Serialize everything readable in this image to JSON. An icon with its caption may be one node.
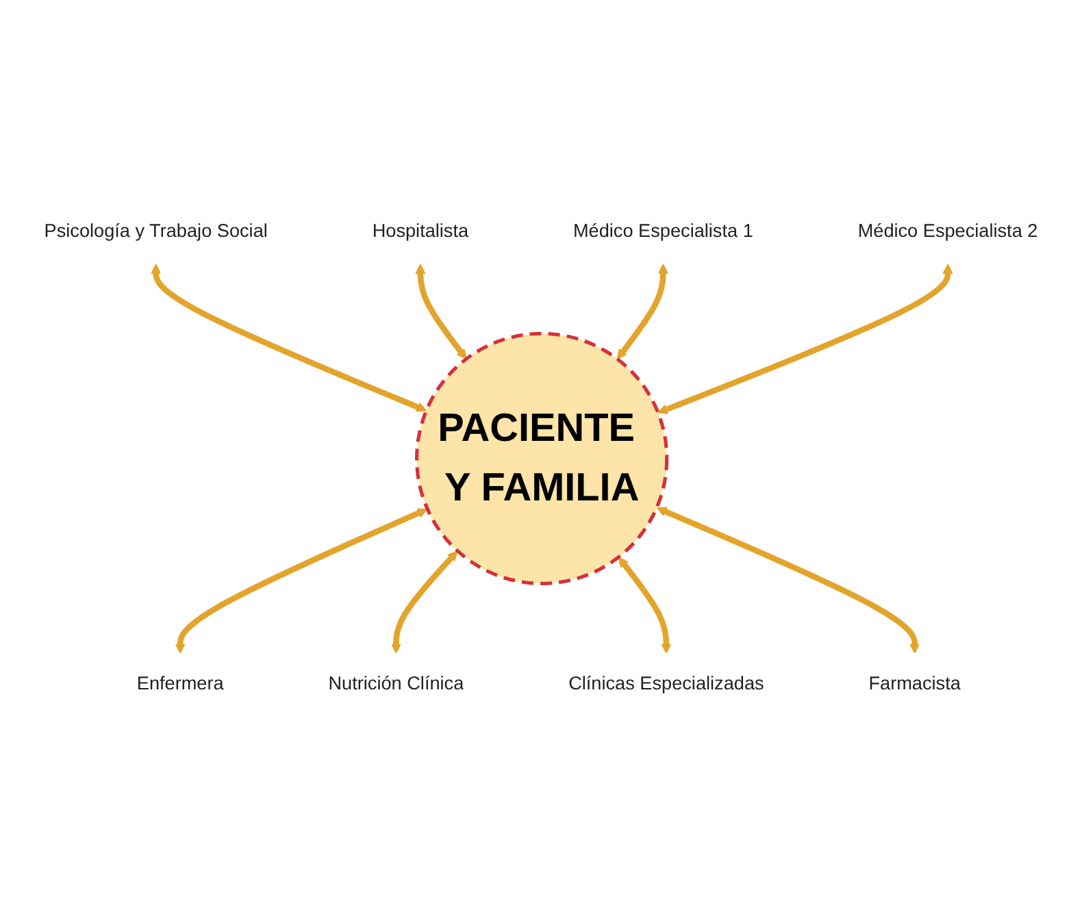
{
  "diagram": {
    "nodes": [
      {
        "text": [
          "PACIENTE Y FAMILIA"
        ]
      },
      {
        "text": [
          "Médico Especialista 1"
        ]
      },
      {
        "text": [
          "Médico Especialista 2"
        ]
      },
      {
        "text": [
          "Enfermera"
        ]
      },
      {
        "text": [
          "Nutrición Clínica"
        ]
      },
      {
        "text": [
          "Clínicas Especializadas"
        ]
      },
      {
        "text": [
          "Farmacista"
        ]
      },
      {
        "text": [
          "Psicología y Trabajo Social"
        ]
      },
      {
        "text": [
          "Hospitalista"
        ]
      }
    ],
    "edges": [
      {
        "from": 7,
        "to": 0,
        "arrow": "both"
      },
      {
        "from": 8,
        "to": 0,
        "arrow": "both"
      },
      {
        "from": 1,
        "to": 0,
        "arrow": "both"
      },
      {
        "from": 2,
        "to": 0,
        "arrow": "both"
      },
      {
        "from": 0,
        "to": 3,
        "arrow": "both"
      },
      {
        "from": 0,
        "to": 4,
        "arrow": "both"
      },
      {
        "from": 0,
        "to": 5,
        "arrow": "both"
      },
      {
        "from": 0,
        "to": 6,
        "arrow": "both"
      }
    ]
  }
}
